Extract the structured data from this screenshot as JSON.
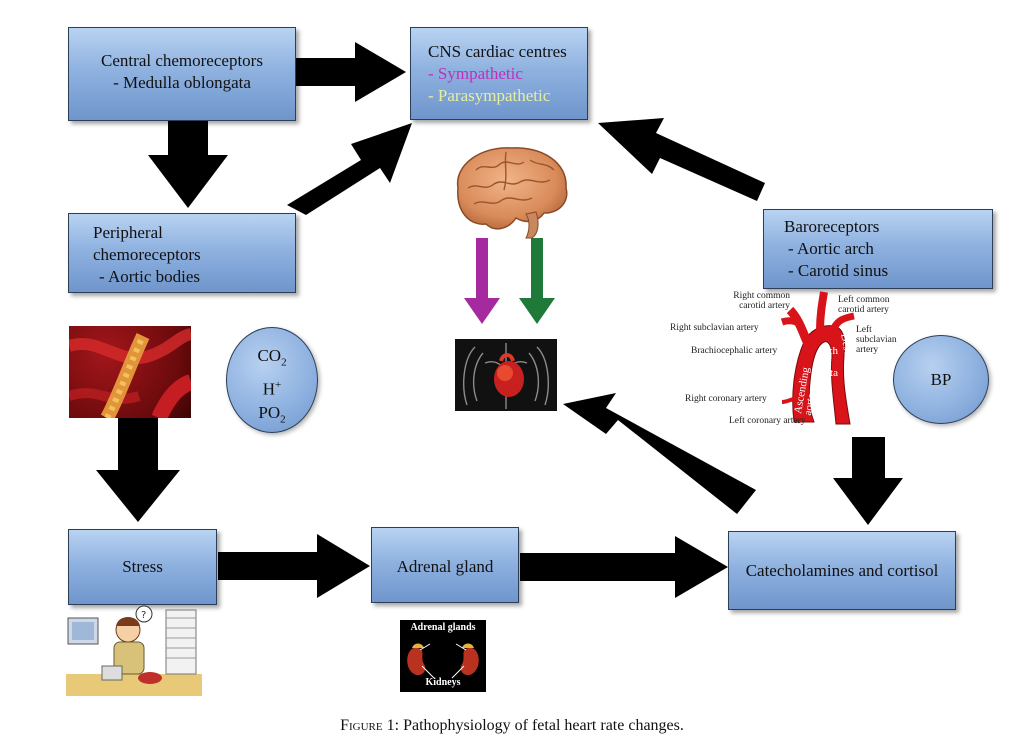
{
  "boxes": {
    "central": {
      "line1": "Central chemoreceptors",
      "line2": "- Medulla oblongata"
    },
    "cns": {
      "line1": "CNS cardiac centres",
      "line2": "- Sympathetic",
      "line3": "- Parasympathetic"
    },
    "peripheral": {
      "line1": "Peripheral",
      "line2": "chemoreceptors",
      "line3": "- Aortic bodies"
    },
    "baro": {
      "line1": "Baroreceptors",
      "line2": "- Aortic arch",
      "line3": "- Carotid sinus"
    },
    "stress": {
      "label": "Stress"
    },
    "adrenal": {
      "label": "Adrenal gland"
    },
    "catechol": {
      "label": "Catecholamines and cortisol"
    }
  },
  "circles": {
    "gases": {
      "co2_base": "CO",
      "co2_sub": "2",
      "h_base": "H",
      "h_sup": "+",
      "po2_base": "PO",
      "po2_sub": "2"
    },
    "bp": {
      "label": "BP"
    }
  },
  "aorta_labels": {
    "right_common_carotid": "Right common carotid artery",
    "left_common_carotid": "Left common carotid artery",
    "right_subclavian": "Right subclavian artery",
    "left_subclavian": "Left subclavian artery",
    "brachiocephalic": "Brachiocephalic artery",
    "right_coronary": "Right coronary artery",
    "left_coronary": "Left coronary artery",
    "ascending": "Ascending aorta",
    "arch": "Arch of aorta",
    "descending": "Descending aorta"
  },
  "adrenal_image": {
    "top": "Adrenal glands",
    "bottom": "Kidneys"
  },
  "caption": {
    "label": "Figure 1",
    "text": ": Pathophysiology of fetal heart rate changes."
  },
  "colors": {
    "sympathetic": "#c02dbd",
    "parasympathetic": "#dfe79a",
    "arrow": "#000000",
    "magenta_arrow": "#a52aa0",
    "green_arrow": "#1f7a3a",
    "artery": "#d8141a"
  },
  "icons": [
    "brain-icon",
    "heart-chest-icon",
    "blood-vessel-icon",
    "stressed-worker-icon",
    "aorta-icon",
    "kidney-icon"
  ]
}
